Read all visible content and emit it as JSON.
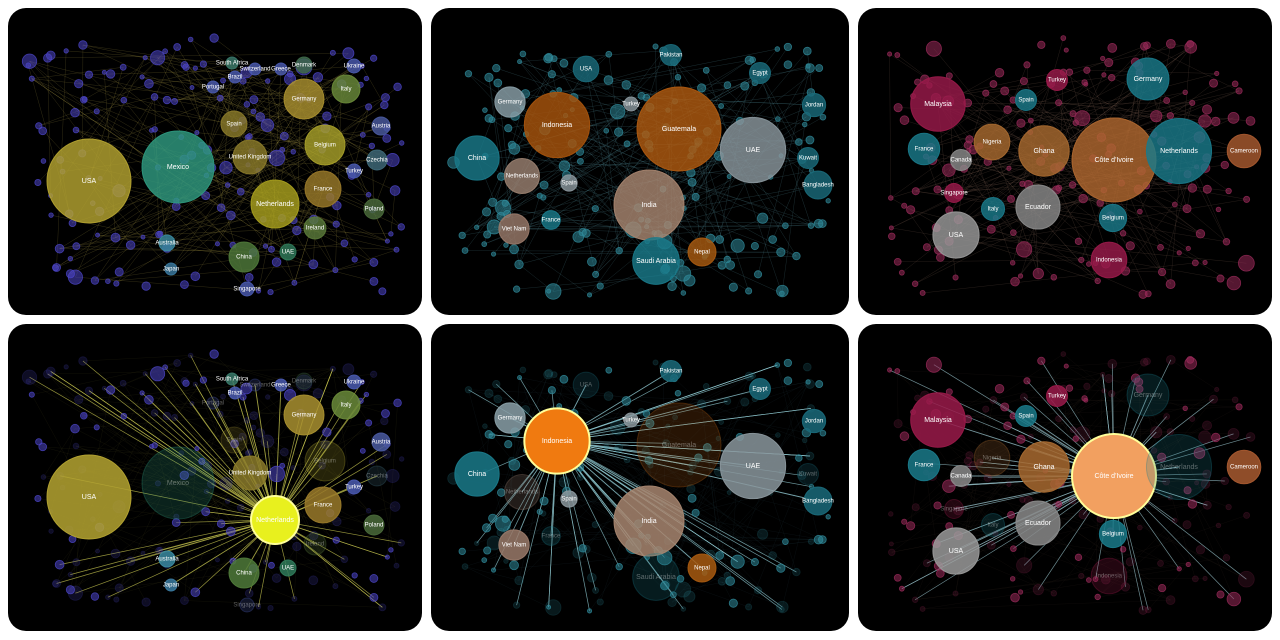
{
  "panels": [
    {
      "id": "p0",
      "view": "overview",
      "colors": {
        "edge": "#b7a54a",
        "small": "#4c46c8"
      },
      "nodes": [
        {
          "label": "USA",
          "color": "#b5a431",
          "value": 42
        },
        {
          "label": "Mexico",
          "color": "#2f9a80",
          "value": 36
        },
        {
          "label": "Netherlands",
          "color": "#a8a01e",
          "value": 24
        },
        {
          "label": "Germany",
          "color": "#a99030",
          "value": 20
        },
        {
          "label": "Belgium",
          "color": "#a7a02a",
          "value": 20
        },
        {
          "label": "France",
          "color": "#9a7a2a",
          "value": 18
        },
        {
          "label": "United Kingdom",
          "color": "#8a7a2a",
          "value": 17
        },
        {
          "label": "Spain",
          "color": "#8a7a2a",
          "value": 13
        },
        {
          "label": "Italy",
          "color": "#6a8a3a",
          "value": 14
        },
        {
          "label": "China",
          "color": "#4f7a3a",
          "value": 15
        },
        {
          "label": "Ireland",
          "color": "#5a7a3a",
          "value": 11
        },
        {
          "label": "UAE",
          "color": "#2f7a5a",
          "value": 8
        },
        {
          "label": "Poland",
          "color": "#4a6a3a",
          "value": 10
        },
        {
          "label": "Czechia",
          "color": "#3f6a7a",
          "value": 10
        },
        {
          "label": "Austria",
          "color": "#4a5aa0",
          "value": 9
        },
        {
          "label": "Turkey",
          "color": "#4a5ab0",
          "value": 7
        },
        {
          "label": "Denmark",
          "color": "#3f6a4a",
          "value": 8
        },
        {
          "label": "Ukraine",
          "color": "#4a5ab0",
          "value": 7
        },
        {
          "label": "Greece",
          "color": "#4a5ab0",
          "value": 6
        },
        {
          "label": "Switzerland",
          "color": "#4a5ab0",
          "value": 6
        },
        {
          "label": "South Africa",
          "color": "#3a7a6a",
          "value": 6
        },
        {
          "label": "Brazil",
          "color": "#4a5ab0",
          "value": 5
        },
        {
          "label": "Portugal",
          "color": "#4a5ab0",
          "value": 6
        },
        {
          "label": "Australia",
          "color": "#3a8aa0",
          "value": 8
        },
        {
          "label": "Japan",
          "color": "#3a7aa0",
          "value": 6
        },
        {
          "label": "Singapore",
          "color": "#4a5ab0",
          "value": 7
        }
      ]
    },
    {
      "id": "p1",
      "view": "overview",
      "colors": {
        "edge": "#5a9aa8",
        "small": "#2f8a9a"
      },
      "nodes": [
        {
          "label": "India",
          "color": "#a88670",
          "value": 30
        },
        {
          "label": "Guatemala",
          "color": "#b05a10",
          "value": 36
        },
        {
          "label": "Indonesia",
          "color": "#a8540c",
          "value": 28
        },
        {
          "label": "UAE",
          "color": "#8a969c",
          "value": 28
        },
        {
          "label": "Saudi Arabia",
          "color": "#1a7a8a",
          "value": 20
        },
        {
          "label": "China",
          "color": "#1a7a8a",
          "value": 19
        },
        {
          "label": "Germany",
          "color": "#8aa0a8",
          "value": 13
        },
        {
          "label": "Netherlands",
          "color": "#9a8070",
          "value": 15
        },
        {
          "label": "Viet Nam",
          "color": "#9a7a6a",
          "value": 13
        },
        {
          "label": "Nepal",
          "color": "#a85a10",
          "value": 12
        },
        {
          "label": "USA",
          "color": "#1a6a7a",
          "value": 11
        },
        {
          "label": "Bangladesh",
          "color": "#1a6a7a",
          "value": 12
        },
        {
          "label": "Jordan",
          "color": "#1a6a7a",
          "value": 10
        },
        {
          "label": "Kuwait",
          "color": "#1a6a7a",
          "value": 9
        },
        {
          "label": "Pakistan",
          "color": "#1a6a7a",
          "value": 9
        },
        {
          "label": "Egypt",
          "color": "#1a6a7a",
          "value": 9
        },
        {
          "label": "France",
          "color": "#1a7a8a",
          "value": 8
        },
        {
          "label": "Spain",
          "color": "#8a969c",
          "value": 7
        },
        {
          "label": "Turkey",
          "color": "#8a969c",
          "value": 6
        }
      ]
    },
    {
      "id": "p2",
      "view": "overview",
      "colors": {
        "edge": "#8a6a5a",
        "small": "#9a2a5a"
      },
      "nodes": [
        {
          "label": "Côte d'Ivoire",
          "color": "#b06830",
          "value": 40
        },
        {
          "label": "Netherlands",
          "color": "#1a7a8a",
          "value": 31
        },
        {
          "label": "Ghana",
          "color": "#a86a30",
          "value": 24
        },
        {
          "label": "Malaysia",
          "color": "#9a1a4a",
          "value": 26
        },
        {
          "label": "Germany",
          "color": "#1a7a8a",
          "value": 20
        },
        {
          "label": "Ecuador",
          "color": "#8a8a8a",
          "value": 21
        },
        {
          "label": "USA",
          "color": "#9a9a9a",
          "value": 22
        },
        {
          "label": "Nigeria",
          "color": "#a86a30",
          "value": 17
        },
        {
          "label": "Cameroon",
          "color": "#a85a30",
          "value": 16
        },
        {
          "label": "France",
          "color": "#1a7a8a",
          "value": 15
        },
        {
          "label": "Indonesia",
          "color": "#9a1a4a",
          "value": 17
        },
        {
          "label": "Belgium",
          "color": "#1a7a8a",
          "value": 13
        },
        {
          "label": "Canada",
          "color": "#8a8a8a",
          "value": 10
        },
        {
          "label": "Italy",
          "color": "#1a7a8a",
          "value": 11
        },
        {
          "label": "Spain",
          "color": "#1a7a8a",
          "value": 10
        },
        {
          "label": "Turkey",
          "color": "#9a1a4a",
          "value": 10
        },
        {
          "label": "Singapore",
          "color": "#9a1a4a",
          "value": 9
        }
      ]
    },
    {
      "id": "p3",
      "view": "focus",
      "focus": "Netherlands",
      "colors": {
        "edge": "#b9b84a",
        "small": "#4c46c8",
        "focus": "#e8f01e"
      },
      "nodes": []
    },
    {
      "id": "p4",
      "view": "focus",
      "focus": "Indonesia",
      "colors": {
        "edge": "#8ac0c8",
        "small": "#2f8a9a",
        "focus": "#f07a10"
      },
      "nodes": []
    },
    {
      "id": "p5",
      "view": "focus",
      "focus": "Côte d'Ivoire",
      "colors": {
        "edge": "#8ab0b8",
        "small": "#9a2a5a",
        "focus": "#f2a060"
      },
      "nodes": []
    }
  ]
}
